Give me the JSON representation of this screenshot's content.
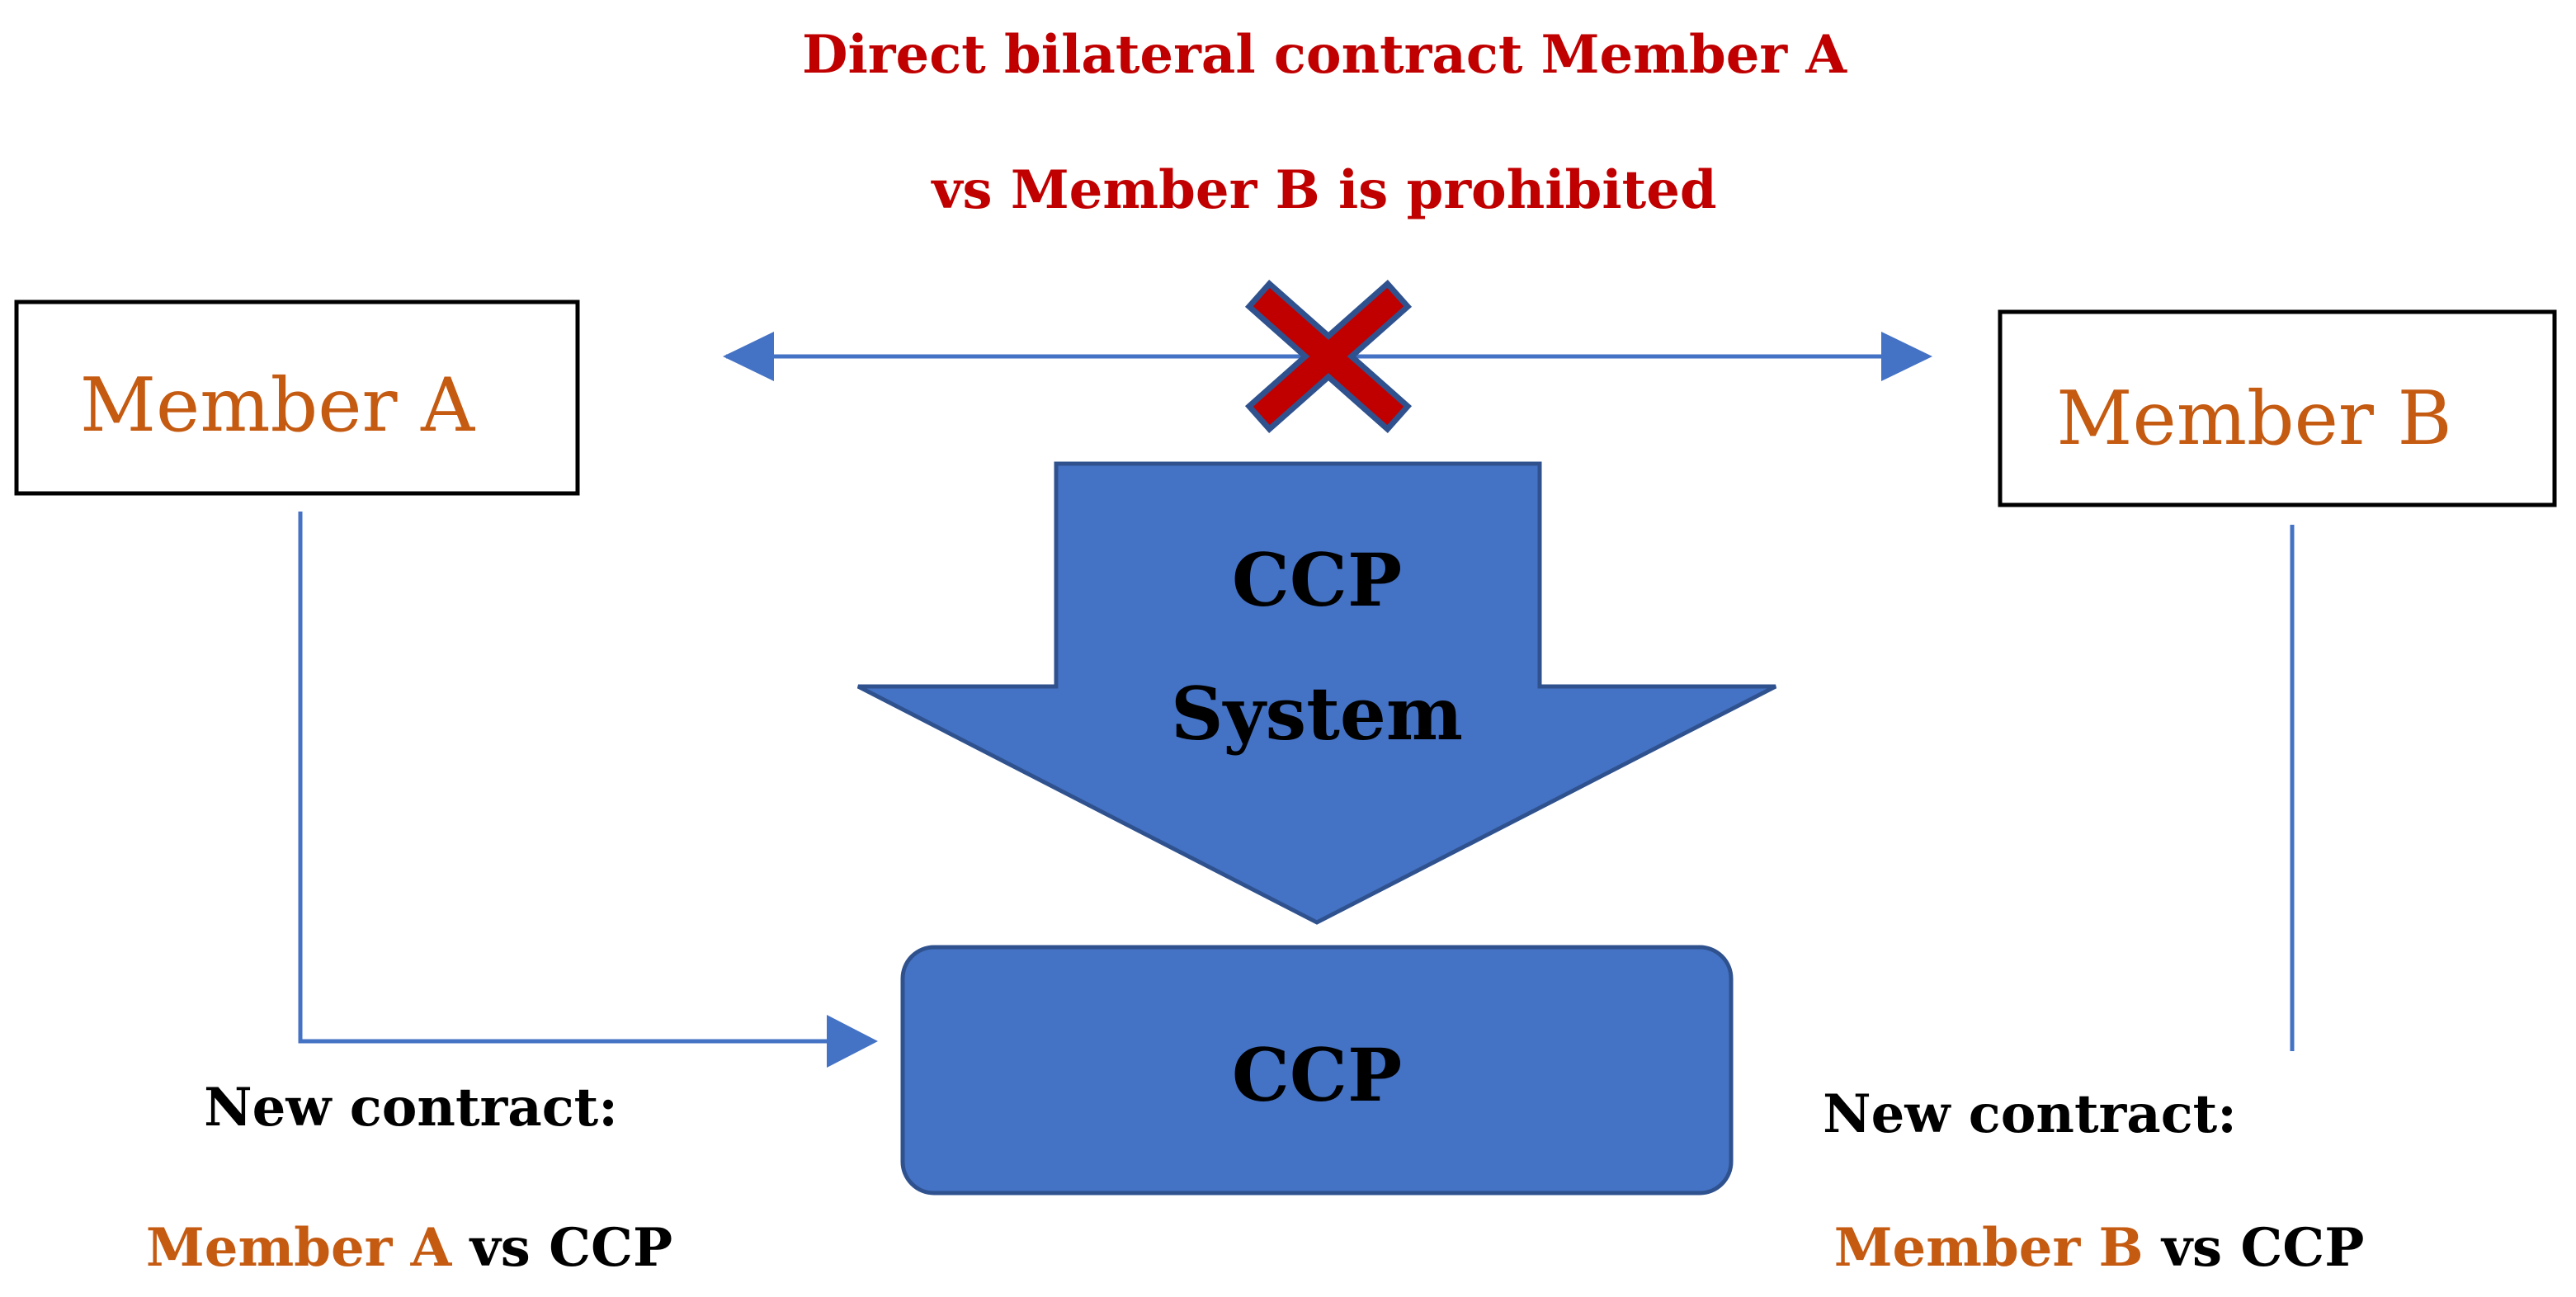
{
  "title": {
    "line1": "Direct bilateral contract Member A",
    "line2": "vs Member B is prohibited"
  },
  "nodes": {
    "member_a": "Member A",
    "member_b": "Member B",
    "ccp_system_line1": "CCP",
    "ccp_system_line2": "System",
    "ccp": "CCP"
  },
  "captions": {
    "left_line1": "New contract:",
    "left_member": "Member A",
    "left_rest": " vs CCP",
    "right_line1": "New contract:",
    "right_member": "Member B",
    "right_rest": " vs CCP"
  },
  "colors": {
    "title_red": "#C00000",
    "member_orange": "#C55A11",
    "shape_blue": "#4472C4",
    "shape_border": "#2F528F",
    "line_blue": "#4472C4",
    "cross_red": "#C00000",
    "cross_outline": "#2F528F",
    "text_black": "#000000"
  },
  "icons": {
    "prohibited": "cross-x-icon"
  }
}
